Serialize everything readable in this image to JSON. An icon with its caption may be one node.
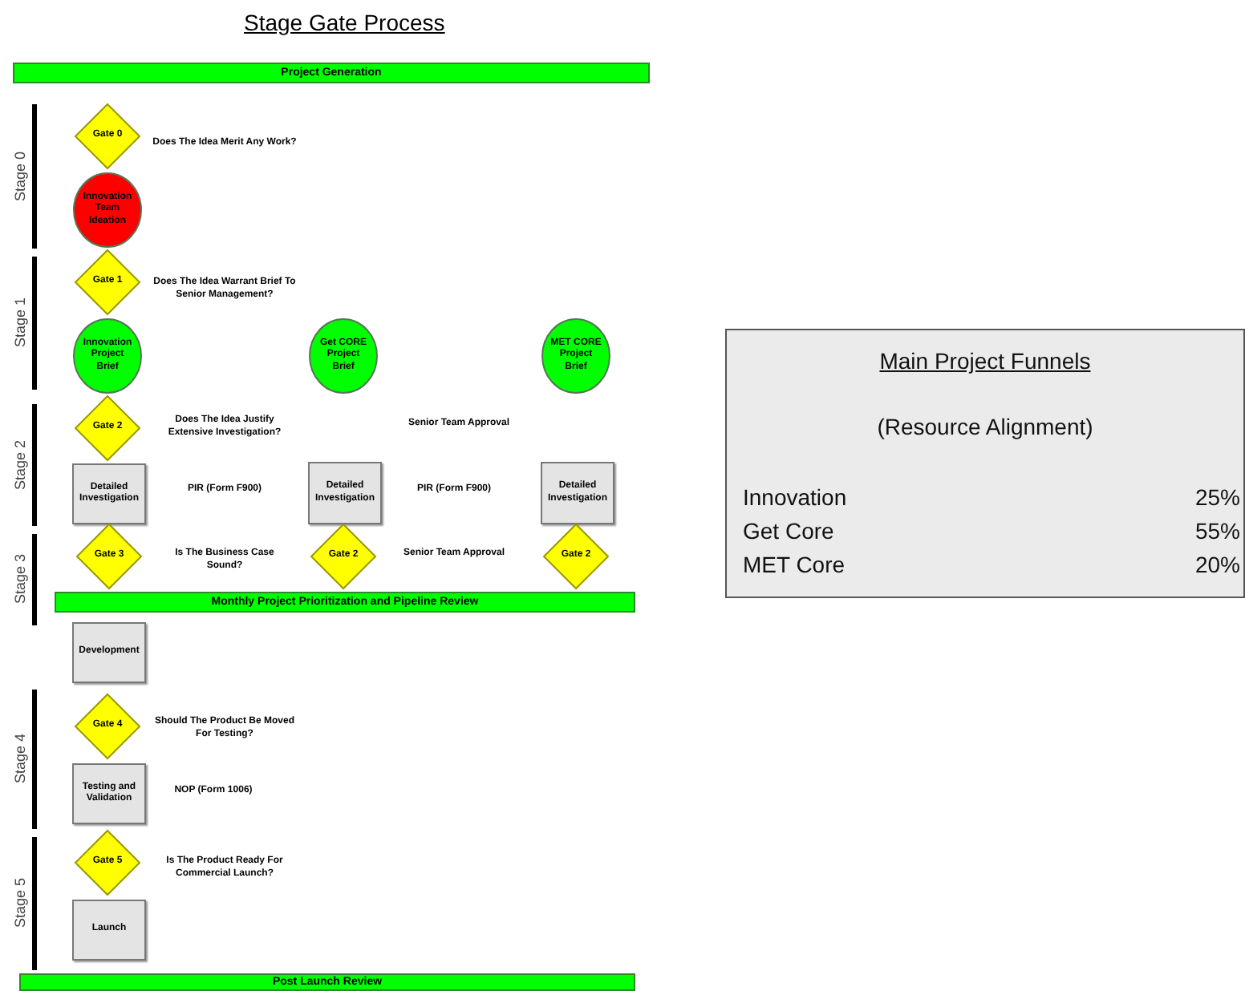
{
  "diagram": {
    "title": "Stage Gate Process",
    "nodes": [
      {
        "text": [
          "Project Generation"
        ]
      },
      {
        "text": [
          "Gate 0"
        ]
      },
      {
        "text": [
          "Innovation Team Ideation"
        ]
      },
      {
        "text": [
          "Gate 1"
        ]
      },
      {
        "text": [
          "Innovation Project Brief"
        ]
      },
      {
        "text": [
          "Get CORE Project Brief"
        ]
      },
      {
        "text": [
          "MET CORE Project Brief"
        ]
      },
      {
        "text": [
          "Gate 2"
        ]
      },
      {
        "text": [
          "Detailed Investigation"
        ]
      },
      {
        "text": [
          "Detailed Investigation"
        ]
      },
      {
        "text": [
          "Detailed Investigation"
        ]
      },
      {
        "text": [
          "Gate 3"
        ]
      },
      {
        "text": [
          "Gate 2"
        ]
      },
      {
        "text": [
          "Gate 2"
        ]
      },
      {
        "text": [
          "Monthly Project Prioritization and Pipeline Review"
        ]
      },
      {
        "text": [
          "Development"
        ]
      },
      {
        "text": [
          "Gate 4"
        ]
      },
      {
        "text": [
          "Testing and Validation"
        ]
      },
      {
        "text": [
          "Gate 5"
        ]
      },
      {
        "text": [
          "Launch"
        ]
      },
      {
        "text": [
          "Post Launch Review"
        ]
      },
      {
        "text": [
          "Main Project Funnels",
          "(Resource Alignment)",
          "Innovation",
          "25%",
          "Get Core",
          "55%",
          "MET Core",
          "20%"
        ]
      }
    ],
    "edges": [],
    "labels": [
      "Stage 0",
      "Does The Idea Merit Any Work?",
      "Stage 1",
      "Does The Idea Warrant Brief To Senior Management?",
      "Stage 2",
      "Does The Idea Justify Extensive Investigation?",
      "Senior Team Approval",
      "PIR (Form F900)",
      "PIR (Form F900)",
      "Stage 3",
      "Is The Business Case Sound?",
      "Senior Team Approval",
      "Stage 4",
      "Should The Product Be Moved For Testing?",
      "NOP (Form 1006)",
      "Stage 5",
      "Is The Product Ready For Commercial Launch?"
    ]
  }
}
